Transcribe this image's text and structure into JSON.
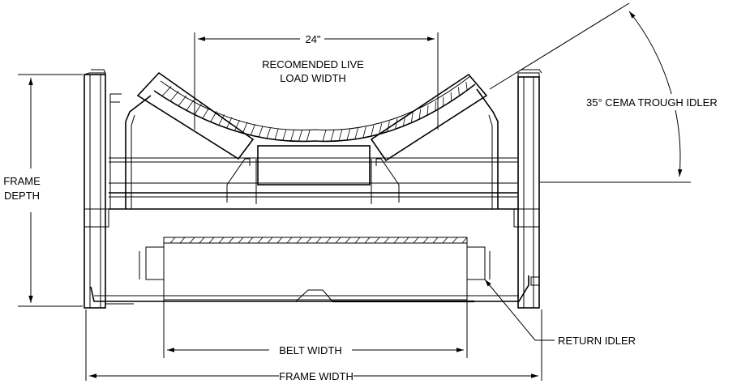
{
  "labels": {
    "dim_24": "24\"",
    "live_load_line1": "RECOMENDED LIVE",
    "live_load_line2": "LOAD WIDTH",
    "trough_angle": "35° CEMA TROUGH IDLER",
    "frame_depth_line1": "FRAME",
    "frame_depth_line2": "DEPTH",
    "belt_width": "BELT WIDTH",
    "frame_width": "FRAME WIDTH",
    "return_idler": "RETURN IDLER"
  }
}
